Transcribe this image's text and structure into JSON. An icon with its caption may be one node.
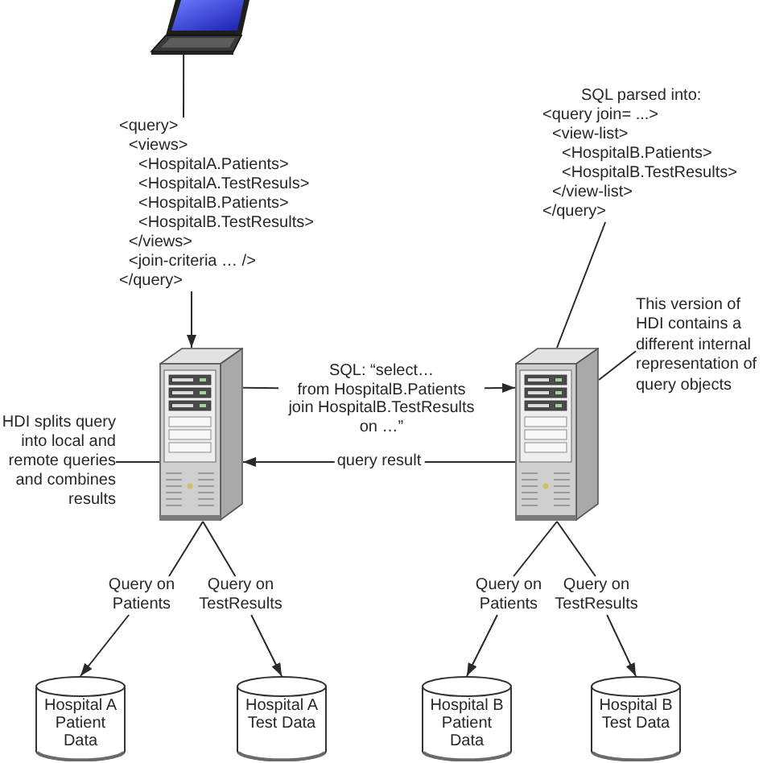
{
  "diagram": {
    "nodes": [
      {
        "text": [],
        "shape": "picture"
      },
      {
        "text": [
          "<query>",
          "<views>",
          "<HospitalA.Patients>",
          "<HospitalA.TestResuls>",
          "<HospitalB.Patients>",
          "<HospitalB.TestResults>",
          "</views>",
          "<join-criteria … />",
          "</query>"
        ]
      },
      {
        "text": [
          "SQL parsed into:",
          "<query join= ...>",
          "<view-list>",
          "<HospitalB.Patients>",
          "<HospitalB.TestResults>",
          "</view-list>",
          "</query>"
        ]
      },
      {
        "text": [
          "This version of HDI contains a different internal representation of query objects"
        ]
      },
      {
        "text": [],
        "shape": "picture"
      },
      {
        "text": [
          "SQL: “select…",
          "from HospitalB.Patients",
          "join HospitalB.TestResults",
          "on …”"
        ]
      },
      {
        "text": [],
        "shape": "picture"
      },
      {
        "text": [
          "HDI splits query into local and remote queries and combines results"
        ]
      },
      {
        "text": [
          "Query on Patients"
        ]
      },
      {
        "text": [
          "Query on TestResults"
        ]
      },
      {
        "text": [
          "Query on Patients"
        ]
      },
      {
        "text": [
          "Query on TestResults"
        ]
      },
      {
        "text": [
          "Hospital A Patient Data"
        ]
      },
      {
        "text": [
          "Hospital A Test Data"
        ]
      },
      {
        "text": [
          "Hospital B Patient Data"
        ]
      },
      {
        "text": [
          "Hospital B Test Data"
        ]
      }
    ],
    "edges": [
      {
        "from": 0,
        "to": 1,
        "arrow": "none"
      },
      {
        "from": 1,
        "to": 4,
        "arrow": "to"
      },
      {
        "from": 4,
        "to": 5,
        "arrow": "none"
      },
      {
        "from": 5,
        "to": 6,
        "arrow": "to"
      },
      {
        "from": 6,
        "to": 4,
        "arrow": "to",
        "label": "query result"
      },
      {
        "from": 2,
        "to": 6,
        "arrow": "none"
      },
      {
        "from": 3,
        "to": 6,
        "arrow": "none"
      },
      {
        "from": 7,
        "to": 4,
        "arrow": "none"
      },
      {
        "from": 4,
        "to": 8,
        "arrow": "none"
      },
      {
        "from": 4,
        "to": 9,
        "arrow": "none"
      },
      {
        "from": 6,
        "to": 10,
        "arrow": "none"
      },
      {
        "from": 6,
        "to": 11,
        "arrow": "none"
      },
      {
        "from": 8,
        "to": 12,
        "arrow": "to"
      },
      {
        "from": 9,
        "to": 13,
        "arrow": "to"
      },
      {
        "from": 10,
        "to": 14,
        "arrow": "to"
      },
      {
        "from": 11,
        "to": 15,
        "arrow": "to"
      }
    ]
  }
}
